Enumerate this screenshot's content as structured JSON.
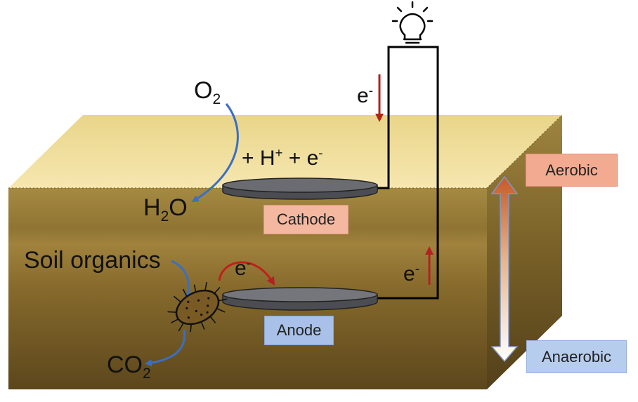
{
  "labels": {
    "o2_main": "O",
    "o2_sub": "2",
    "h2o_main_a": "H",
    "h2o_sub": "2",
    "h2o_main_b": "O",
    "h_plus_e_a": "+ H",
    "h_plus_sup": "+",
    "h_plus_e_b": " + e",
    "h_plus_e_sup": "-",
    "electron_top_main": "e",
    "electron_top_sup": "-",
    "electron_right_main": "e",
    "electron_right_sup": "-",
    "electron_anode_main": "e",
    "electron_anode_sup": "-",
    "soil_organics": "Soil organics",
    "co2_main": "CO",
    "co2_sub": "2"
  },
  "tags": {
    "cathode": "Cathode",
    "anode": "Anode",
    "aerobic": "Aerobic",
    "anaerobic": "Anaerobic"
  },
  "colors": {
    "soil_top": "#f3e3a0",
    "soil_front_top": "#a58a42",
    "soil_front_bottom": "#5f4a1e",
    "electrode": "#5e6065",
    "wire": "#000000",
    "electron_arrow": "#b22222",
    "reaction_arrow": "#3a6fc4",
    "gradient_arrow_top": "#c75a2a",
    "gradient_arrow_bottom": "#ffffff"
  },
  "icons": {
    "bulb": "lightbulb-icon",
    "microbe": "bacterium-icon"
  }
}
